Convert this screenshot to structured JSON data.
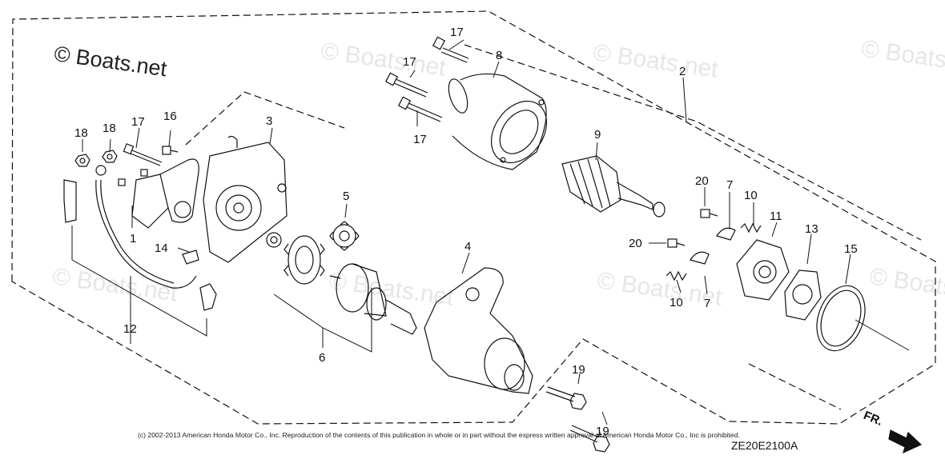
{
  "watermark": {
    "main": "© Boats.net",
    "faded": "© Boats.net"
  },
  "callouts": [
    "1",
    "2",
    "3",
    "4",
    "5",
    "6",
    "7",
    "7",
    "8",
    "9",
    "10",
    "10",
    "11",
    "12",
    "13",
    "14",
    "15",
    "16",
    "17",
    "17",
    "17",
    "17",
    "18",
    "18",
    "19",
    "19",
    "20",
    "20"
  ],
  "copyright": "(c) 2002-2013 American Honda Motor Co., Inc. Reproduction of the contents of this publication in whole or in part without the express written approval of American Honda Motor Co., Inc is prohibited.",
  "diagram_code": "ZE20E2100A",
  "direction_label": "FR."
}
